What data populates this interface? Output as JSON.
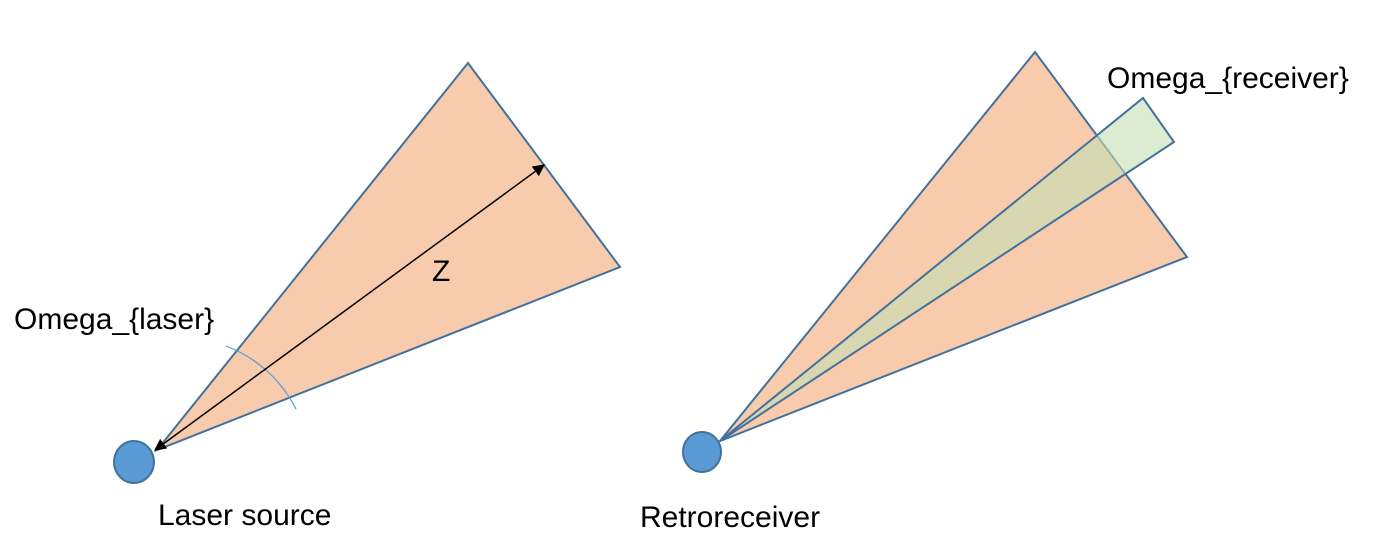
{
  "labels": {
    "omega_laser": "Omega_{laser}",
    "z": "Z",
    "laser_source": "Laser source",
    "omega_receiver": "Omega_{receiver}",
    "retroreceiver": "Retroreceiver"
  },
  "colors": {
    "cone_fill": "#f8cbad",
    "cone_stroke": "#41719c",
    "receiver_fill": "#e2f0d9",
    "circle_fill": "#5b9bd5",
    "circle_stroke": "#41719c",
    "arc_stroke": "#5b9bd5",
    "arrow": "#000000"
  }
}
